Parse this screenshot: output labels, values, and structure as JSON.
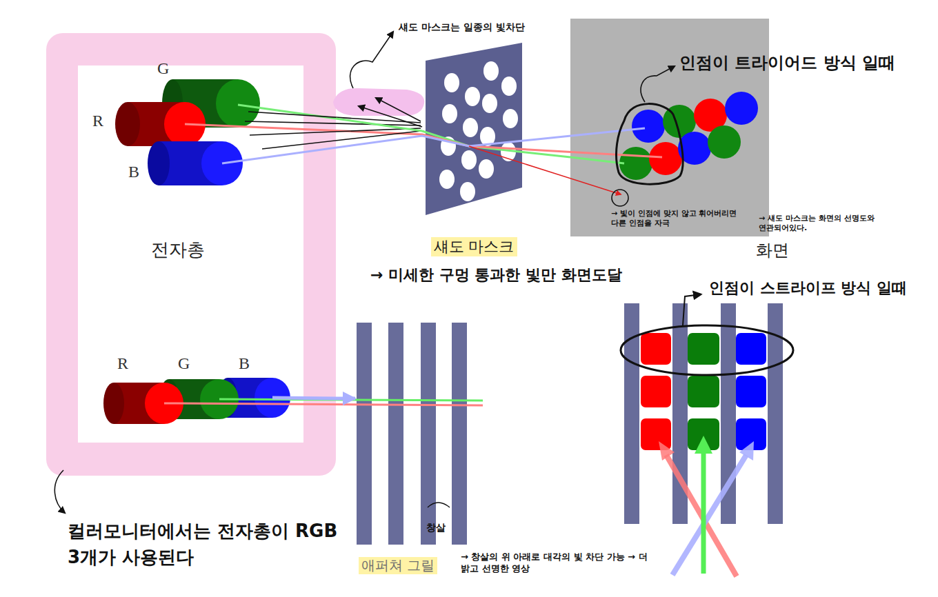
{
  "diagram": {
    "nodes": [
      {
        "text": [
          "전자총"
        ]
      },
      {
        "text": [
          "섀도 마스크"
        ]
      },
      {
        "text": [
          "화면"
        ]
      },
      {
        "text": [
          "애퍼쳐 그릴"
        ]
      }
    ],
    "edges": [
      {
        "from": 0,
        "to": 1,
        "arrow": "none"
      },
      {
        "from": 1,
        "to": 2,
        "arrow": "none"
      },
      {
        "from": 0,
        "to": 3,
        "arrow": "to"
      }
    ],
    "labels": [
      "섀도 마스크는 일종의 빛차단",
      "G",
      "R",
      "B",
      "인점이 트라이어드 방식 일때",
      "→ 빛이 인점에 맞지 않고 휘어버리면 다른 인점을 자극",
      "→ 섀도 마스크는 화면의 선명도와 연관되어있다.",
      "→ 미세한 구멍 통과한 빛만 화면도달",
      "인점이 스트라이프 방식 일때",
      "R",
      "G",
      "B",
      "창살",
      "→ 창살의 위 아래로 대각의 빛 차단 가능 → 더 밝고 선명한 영상",
      "컬러모니터에서는 전자총이 RGB 3개가 사용된다"
    ]
  }
}
